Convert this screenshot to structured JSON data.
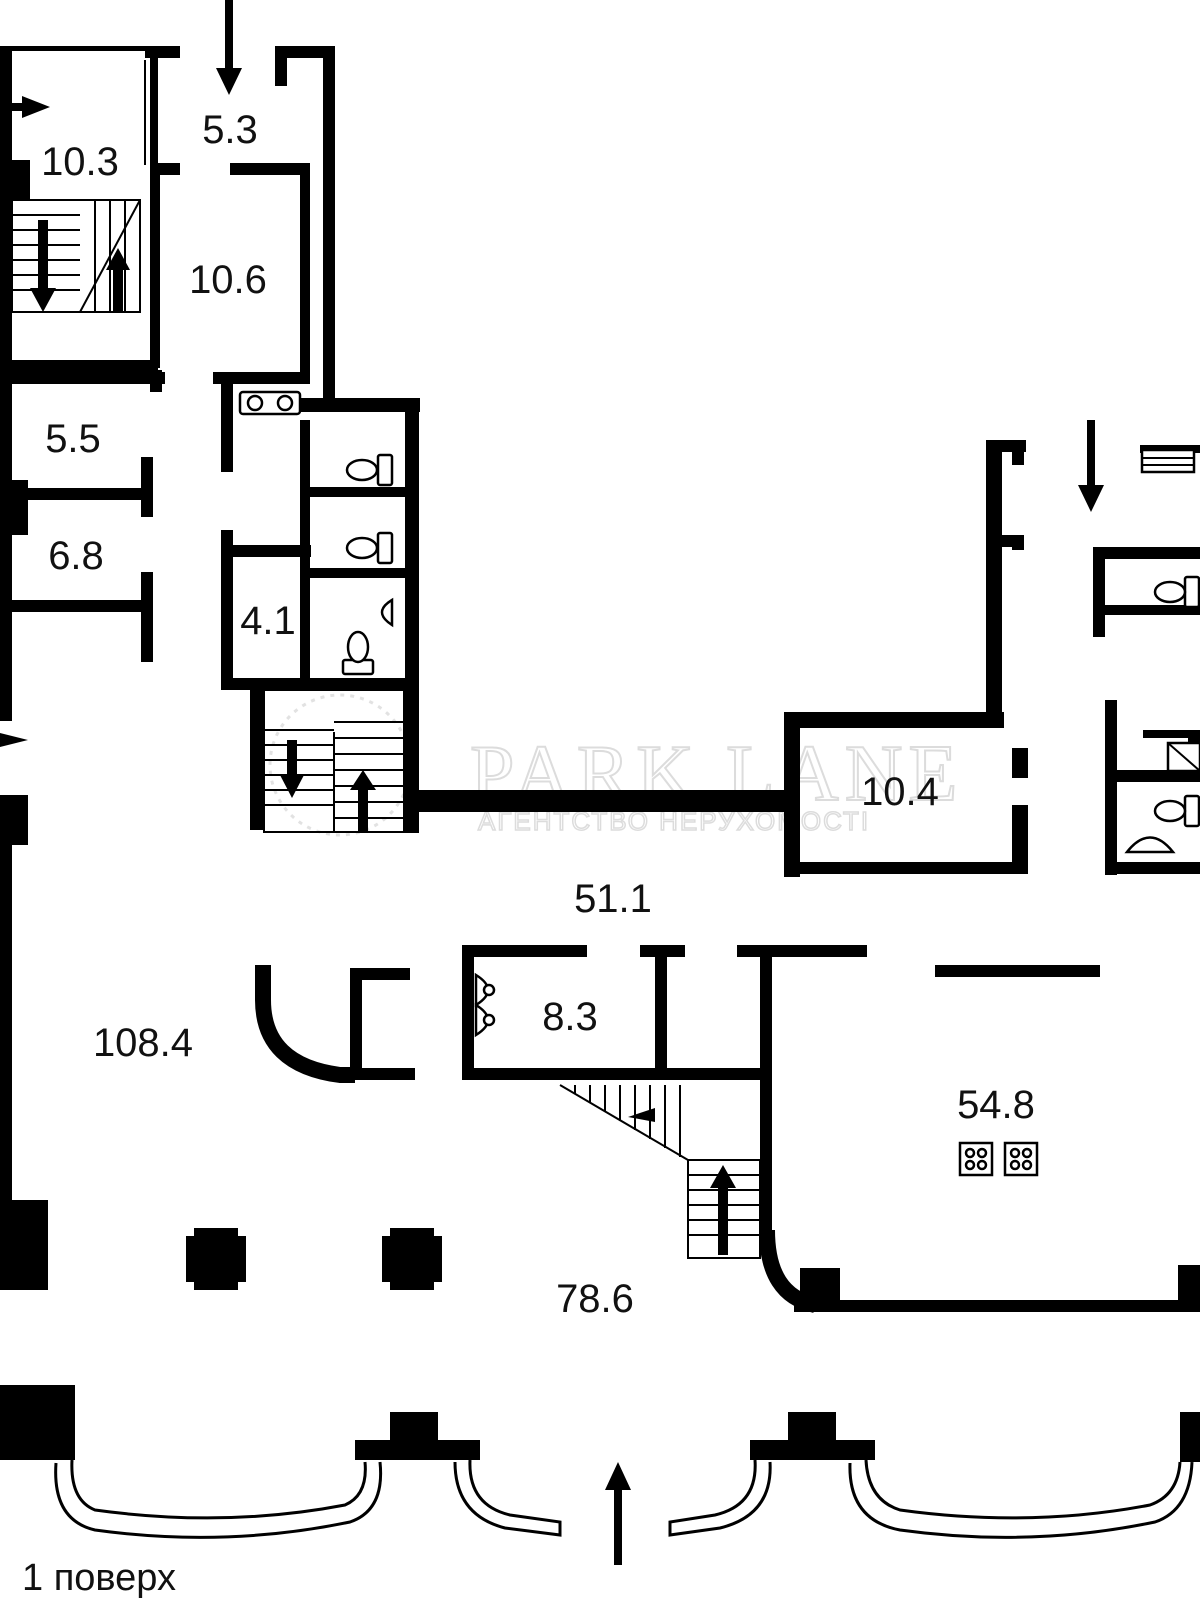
{
  "rooms": {
    "r_5_3": "5.3",
    "r_10_3": "10.3",
    "r_10_6": "10.6",
    "r_5_5": "5.5",
    "r_6_8": "6.8",
    "r_4_1": "4.1",
    "r_10_4": "10.4",
    "r_51_1": "51.1",
    "r_108_4": "108.4",
    "r_8_3": "8.3",
    "r_54_8": "54.8",
    "r_78_6": "78.6"
  },
  "floor_label": "1 поверх",
  "watermark": {
    "title": "PARK LANE",
    "subtitle": "АГЕНТСТВО НЕРУХОМОСТІ"
  },
  "colors": {
    "wall": "#000000",
    "background": "#ffffff",
    "watermark": "#dcdcdc"
  }
}
